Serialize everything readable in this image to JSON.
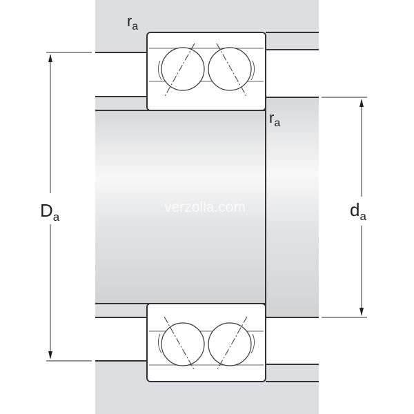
{
  "labels": {
    "fillet_top": {
      "main": "r",
      "sub": "a"
    },
    "fillet_shaft": {
      "main": "r",
      "sub": "a"
    },
    "housing_diameter": {
      "main": "D",
      "sub": "a"
    },
    "shaft_diameter": {
      "main": "d",
      "sub": "a"
    }
  },
  "watermark": "verzolla.com",
  "colors": {
    "housing": "#dcdee1",
    "line": "#333333",
    "shaft_light": "#f7f7f7",
    "shaft_dark": "#d4d5d7"
  }
}
